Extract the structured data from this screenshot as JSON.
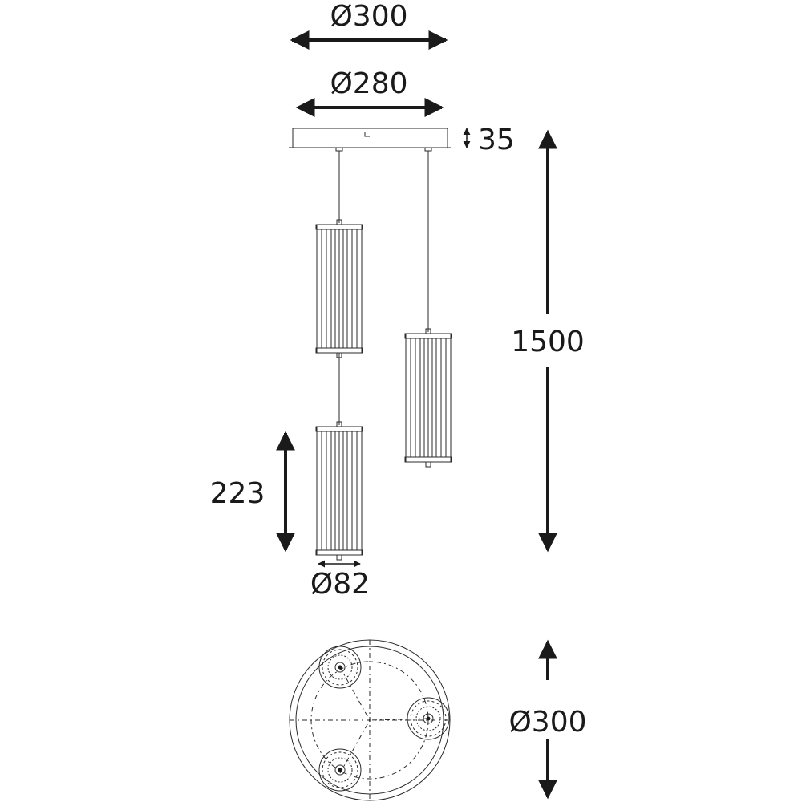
{
  "dimensions": {
    "canopy_outer_diameter": "Ø300",
    "canopy_inner_diameter": "Ø280",
    "canopy_height": "35",
    "overall_height": "1500",
    "shade_height": "223",
    "shade_diameter": "Ø82",
    "top_view_diameter": "Ø300"
  },
  "colors": {
    "line": "#1a1a1a"
  }
}
